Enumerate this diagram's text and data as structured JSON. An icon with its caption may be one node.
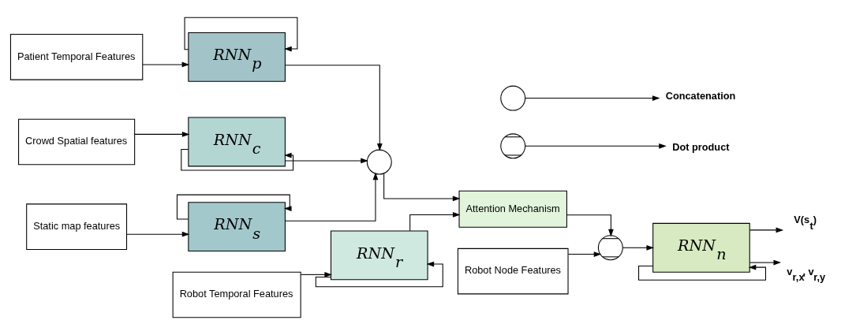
{
  "diagram": {
    "nodes": [
      {
        "text": [
          "Patient Temporal Features"
        ]
      },
      {
        "text": [
          "RNN$_{p}$"
        ]
      },
      {
        "text": [
          "Crowd Spatial features"
        ]
      },
      {
        "text": [
          "RNN$_{c}$"
        ]
      },
      {
        "text": [
          "Static map features"
        ]
      },
      {
        "text": [
          "RNN$_{s}$"
        ]
      },
      {
        "text": [
          "Robot Temporal Features"
        ]
      },
      {
        "text": [
          "RNN$_{r}$"
        ]
      },
      {
        "text": [],
        "shape": "circle"
      },
      {
        "text": [
          "Attention Mechanism"
        ]
      },
      {
        "text": [],
        "shape": "circle"
      },
      {
        "text": [
          "Robot Node Features"
        ]
      },
      {
        "text": [
          "RNN$_{n}$"
        ]
      },
      {
        "text": [
          "V(s$_{t}$)"
        ]
      },
      {
        "text": [
          "v$_{r,x}$, v$_{r,y}$"
        ]
      },
      {
        "text": [],
        "shape": "circle"
      },
      {
        "text": [
          "Concatenation"
        ]
      },
      {
        "text": [],
        "shape": "circle"
      },
      {
        "text": [
          "Dot product"
        ]
      }
    ],
    "edges": [
      {
        "from": 0,
        "to": 1,
        "arrow": "to"
      },
      {
        "from": 1,
        "to": 1,
        "arrow": "to"
      },
      {
        "from": 2,
        "to": 3,
        "arrow": "to"
      },
      {
        "from": 3,
        "to": 3,
        "arrow": "to"
      },
      {
        "from": 4,
        "to": 5,
        "arrow": "to"
      },
      {
        "from": 5,
        "to": 5,
        "arrow": "to"
      },
      {
        "from": 6,
        "to": 7,
        "arrow": "to"
      },
      {
        "from": 7,
        "to": 7,
        "arrow": "to"
      },
      {
        "from": 1,
        "to": 8,
        "arrow": "to"
      },
      {
        "from": 3,
        "to": 8,
        "arrow": "to"
      },
      {
        "from": 5,
        "to": 8,
        "arrow": "to"
      },
      {
        "from": 8,
        "to": 9,
        "arrow": "to"
      },
      {
        "from": 7,
        "to": 9,
        "arrow": "to"
      },
      {
        "from": 9,
        "to": 10,
        "arrow": "to"
      },
      {
        "from": 11,
        "to": 10,
        "arrow": "to"
      },
      {
        "from": 10,
        "to": 12,
        "arrow": "to"
      },
      {
        "from": 12,
        "to": 12,
        "arrow": "to"
      },
      {
        "from": 12,
        "to": 13,
        "arrow": "to"
      },
      {
        "from": 12,
        "to": 14,
        "arrow": "to"
      },
      {
        "from": 15,
        "to": 16,
        "arrow": "to"
      },
      {
        "from": 17,
        "to": 18,
        "arrow": "to"
      }
    ]
  }
}
